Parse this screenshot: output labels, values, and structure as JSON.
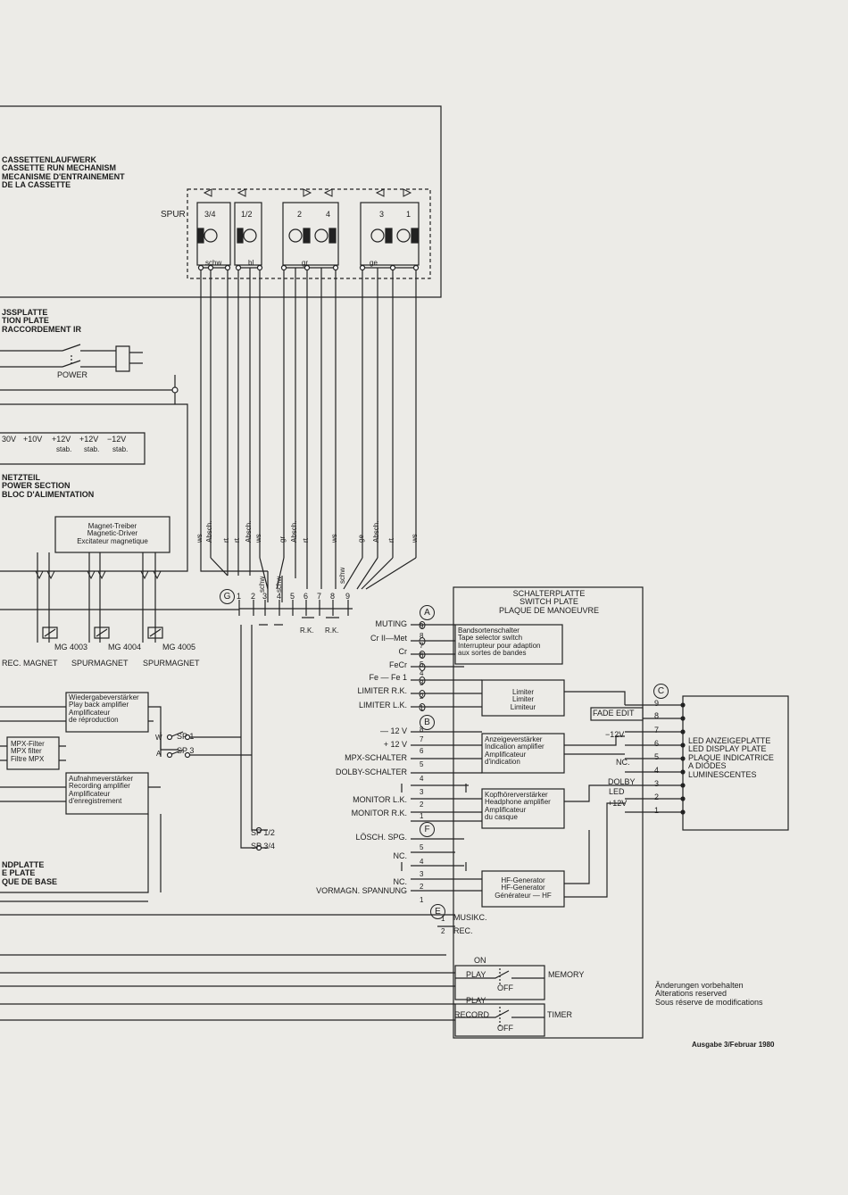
{
  "cassette": {
    "lines": [
      "CASSETTENLAUFWERK",
      "CASSETTE RUN MECHANISM",
      "MECANISME D'ENTRAINEMENT",
      "DE LA CASSETTE"
    ]
  },
  "spur": {
    "label": "SPUR",
    "heads": [
      "3/4",
      "1/2",
      "2",
      "4",
      "3",
      "1"
    ],
    "wire_labels": [
      "schw",
      "bl",
      "gr",
      "ge"
    ]
  },
  "connection_plate": {
    "lines": [
      "JSSPLATTE",
      "TION PLATE",
      "RACCORDEMENT IR"
    ]
  },
  "power": {
    "label": "POWER"
  },
  "voltages": {
    "labels": [
      "30V",
      "+10V",
      "+12V",
      "+12V",
      "−12V"
    ],
    "stab": [
      "stab.",
      "stab.",
      "stab."
    ]
  },
  "netzteil": {
    "lines": [
      "NETZTEIL",
      "POWER SECTION",
      "BLOC D'ALIMENTATION"
    ]
  },
  "magnet_driver": {
    "lines": [
      "Magnet-Treiber",
      "Magnetic-Driver",
      "Excitateur magnetique"
    ]
  },
  "magnets": {
    "codes": [
      "MG 4003",
      "MG 4004",
      "MG 4005"
    ],
    "labels": [
      "REC. MAGNET",
      "SPURMAGNET",
      "SPURMAGNET"
    ]
  },
  "vertical_wires": [
    "ws",
    "Absch.",
    "rt",
    "rt",
    "Absch.",
    "ws",
    "gr",
    "Absch.",
    "rt",
    "ws",
    "ge",
    "Absch.",
    "rt",
    "ws"
  ],
  "connector_g": {
    "letter": "G",
    "pins": [
      "1",
      "2",
      "3",
      "4",
      "5",
      "6",
      "7",
      "8",
      "9"
    ],
    "wires": [
      "schw",
      "schw",
      "schw"
    ],
    "rk": [
      "R.K.",
      "R.K."
    ]
  },
  "playback_amp": {
    "lines": [
      "Wiedergabeverstärker",
      "Play back amplifier",
      "Amplificateur",
      "de réproduction"
    ]
  },
  "mpx_filter": {
    "lines": [
      "MPX-Filter",
      "MPX filter",
      "Filtre MPX"
    ]
  },
  "record_amp": {
    "lines": [
      "Aufnahmeverstärker",
      "Recording amplifier",
      "Amplificateur",
      "d'enregistrement"
    ]
  },
  "wa": [
    "W",
    "A"
  ],
  "sp_labels": [
    "SP 1",
    "SP 3",
    "SP 1/2",
    "SP 3/4"
  ],
  "base_plate": {
    "lines": [
      "NDPLATTE",
      "E PLATE",
      "QUE DE BASE"
    ]
  },
  "connector_a": {
    "letter": "A",
    "labels": [
      "MUTING",
      "Cr II—Met",
      "Cr",
      "FeCr",
      "Fe — Fe 1",
      "LIMITER R.K.",
      "LIMITER L.K."
    ],
    "pins": [
      "9",
      "8",
      "7",
      "6",
      "5",
      "4",
      "3",
      "2",
      "1"
    ]
  },
  "connector_b": {
    "letter": "B",
    "labels": [
      "— 12 V",
      "+ 12 V",
      "MPX-SCHALTER",
      "DOLBY-SCHALTER",
      "MONITOR L.K.",
      "MONITOR R.K."
    ],
    "pins": [
      "8",
      "7",
      "6",
      "5",
      "4",
      "3",
      "2",
      "1"
    ]
  },
  "connector_f": {
    "letter": "F",
    "labels": [
      "LÖSCH. SPG.",
      "NC.",
      "NC.",
      "VORMAGN. SPANNUNG"
    ],
    "pins": [
      "5",
      "4",
      "3",
      "2",
      "1"
    ]
  },
  "connector_e": {
    "letter": "E",
    "labels": [
      "MUSIKC.",
      "REC."
    ],
    "pins": [
      "1",
      "2"
    ]
  },
  "connector_c": {
    "letter": "C",
    "labels": [
      "FADE EDIT",
      "−12V",
      "NC.",
      "DOLBY",
      "LED",
      "+12V"
    ],
    "pins": [
      "9",
      "8",
      "7",
      "6",
      "5",
      "4",
      "3",
      "2",
      "1"
    ]
  },
  "switch_plate": {
    "lines": [
      "SCHALTERPLATTE",
      "SWITCH PLATE",
      "PLAQUE DE MANOEUVRE"
    ]
  },
  "tape_selector": {
    "lines": [
      "Bandsortenschalter",
      "Tape selector switch",
      "Interrupteur pour adaption",
      "aux sortes de bandes"
    ]
  },
  "limiter": {
    "lines": [
      "Limiter",
      "Limiter",
      "Limiteur"
    ]
  },
  "indicator_amp": {
    "lines": [
      "Anzeigeverstärker",
      "Indication amplifier",
      "Amplificateur",
      "d'indication"
    ]
  },
  "headphone_amp": {
    "lines": [
      "Kopfhörerverstärker",
      "Headphone amplifier",
      "Amplificateur",
      "du casque"
    ]
  },
  "hf_generator": {
    "lines": [
      "HF-Generator",
      "HF-Generator",
      "Générateur — HF"
    ]
  },
  "led_plate": {
    "lines": [
      "LED ANZEIGEPLATTE",
      "LED DISPLAY PLATE",
      "PLAQUE INDICATRICE",
      "A DIODES",
      "LUMINESCENTES"
    ]
  },
  "memory_switch": {
    "on": "ON",
    "play": "PLAY",
    "off": "OFF",
    "label": "MEMORY"
  },
  "timer_switch": {
    "play": "PLAY",
    "record": "RECORD",
    "off": "OFF",
    "label": "TIMER"
  },
  "alterations": {
    "lines": [
      "Änderungen vorbehalten",
      "Alterations reserved",
      "Sous réserve de modifications"
    ]
  },
  "edition": "Ausgabe 3/Februar 1980"
}
